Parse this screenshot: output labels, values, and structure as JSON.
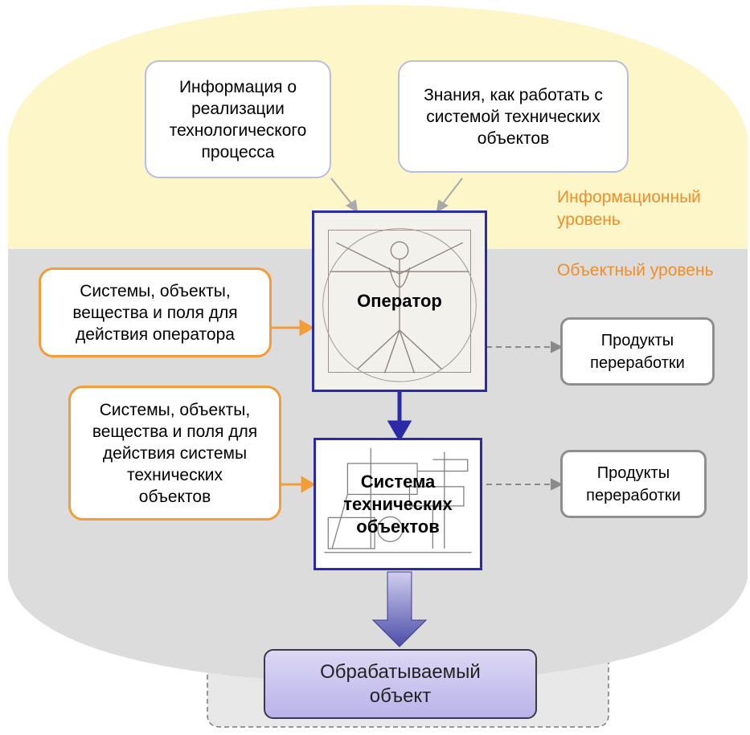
{
  "levels": {
    "information": "Информационный\nуровень",
    "object": "Объектный уровень"
  },
  "info_boxes": {
    "process_info": "Информация о\nреализации\nтехнологического\nпроцесса",
    "knowledge": "Знания, как работать с\nсистемой технических\nобъектов"
  },
  "input_boxes": {
    "operator_inputs": "Системы, объекты,\nвещества и поля для\nдействия оператора",
    "system_inputs": "Системы, объекты,\nвещества и поля для\nдействия системы\nтехнических\nобъектов"
  },
  "main_blocks": {
    "operator": "Оператор",
    "system": "Система\nтехнических\nобъектов"
  },
  "products": {
    "operator_products": "Продукты\nпереработки",
    "system_products": "Продукты\nпереработки"
  },
  "target": "Обрабатываемый\nобъект",
  "colors": {
    "info_band": "#fcf6c8",
    "object_band": "#dcdcdc",
    "accent_orange": "#f39c3a",
    "main_border": "#2b2ba8",
    "level_label": "#ef8e2a"
  }
}
